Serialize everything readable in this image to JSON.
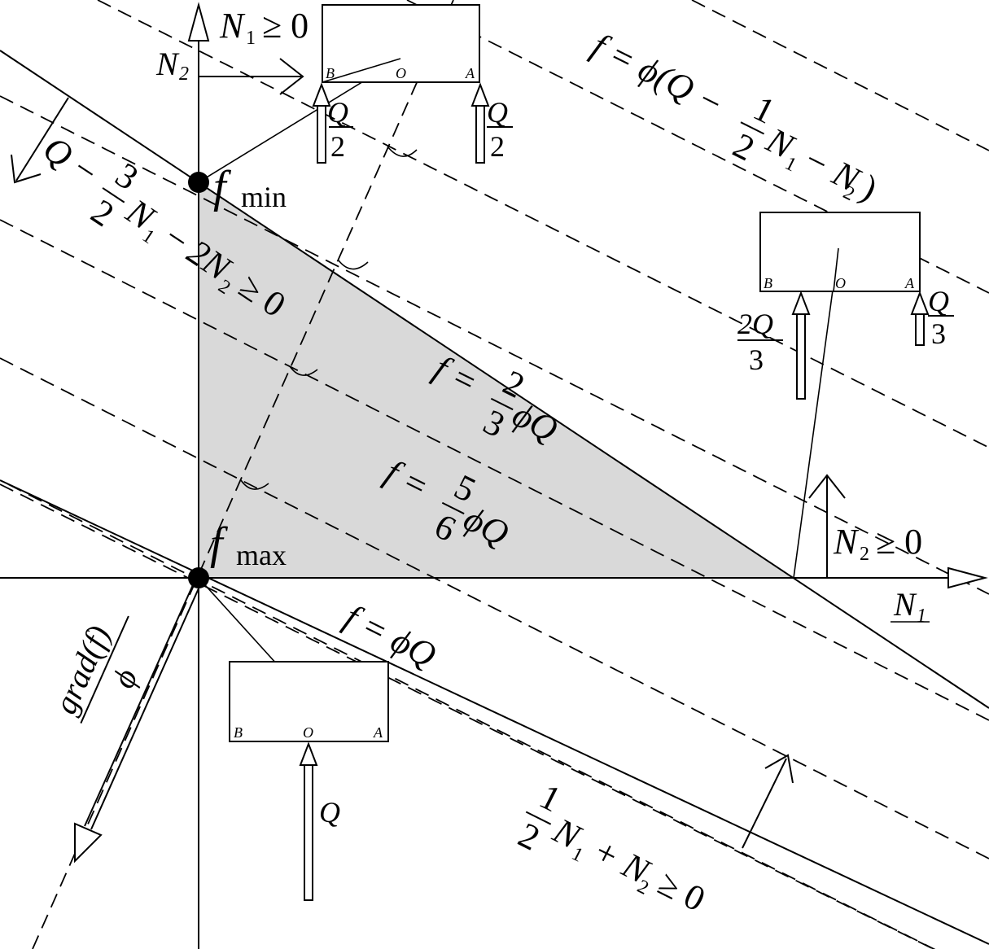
{
  "axes": {
    "n1": "N",
    "n1_sub": "1",
    "n2": "N",
    "n2_sub": "2"
  },
  "points": {
    "f_min": "f",
    "f_min_sub": "min",
    "f_max": "f",
    "f_max_sub": "max"
  },
  "constraints": {
    "n1_nonneg": "N",
    "n1_nonneg_sub": "1",
    "n1_nonneg_rel": "≥ 0",
    "n2_nonneg": "N",
    "n2_nonneg_sub": "2",
    "n2_nonneg_rel": "≥ 0",
    "upper_q": "Q",
    "upper_minus1": "−",
    "upper_3": "3",
    "upper_2": "2",
    "upper_n1": "N",
    "upper_n1_sub": "1",
    "upper_minus2": "−",
    "upper_2n2": "2N",
    "upper_2n2_sub": "2",
    "upper_rel": "≥ 0",
    "lower_1": "1",
    "lower_2": "2",
    "lower_expr": "N",
    "lower_expr_sub": "1",
    "lower_rest": "+ N",
    "lower_rest_sub": "2",
    "lower_rel": "≥ 0"
  },
  "level_lines": {
    "general_prefix": "f = ϕ(Q −",
    "general_1": "1",
    "general_2": "2",
    "general_n1": "N",
    "general_n1_sub": "1",
    "general_minus": "− N",
    "general_n2_sub": "2",
    "general_close": ")",
    "two_thirds_prefix": "f =",
    "two_thirds_num": "2",
    "two_thirds_den": "3",
    "two_thirds_suffix": "ϕQ",
    "five_sixths_prefix": "f =",
    "five_sixths_num": "5",
    "five_sixths_den": "6",
    "five_sixths_suffix": "ϕQ",
    "full": "f = ϕQ"
  },
  "gradient": {
    "num": "grad(f)",
    "den": "ϕ"
  },
  "boxes": [
    {
      "b": "B",
      "o": "O",
      "a": "A",
      "load_left_num": "Q",
      "load_left_den": "2",
      "load_right_num": "Q",
      "load_right_den": "2"
    },
    {
      "b": "B",
      "o": "O",
      "a": "A",
      "load_left_num": "2Q",
      "load_left_den": "3",
      "load_right_num": "Q",
      "load_right_den": "3"
    },
    {
      "b": "B",
      "o": "O",
      "a": "A",
      "load": "Q"
    }
  ]
}
